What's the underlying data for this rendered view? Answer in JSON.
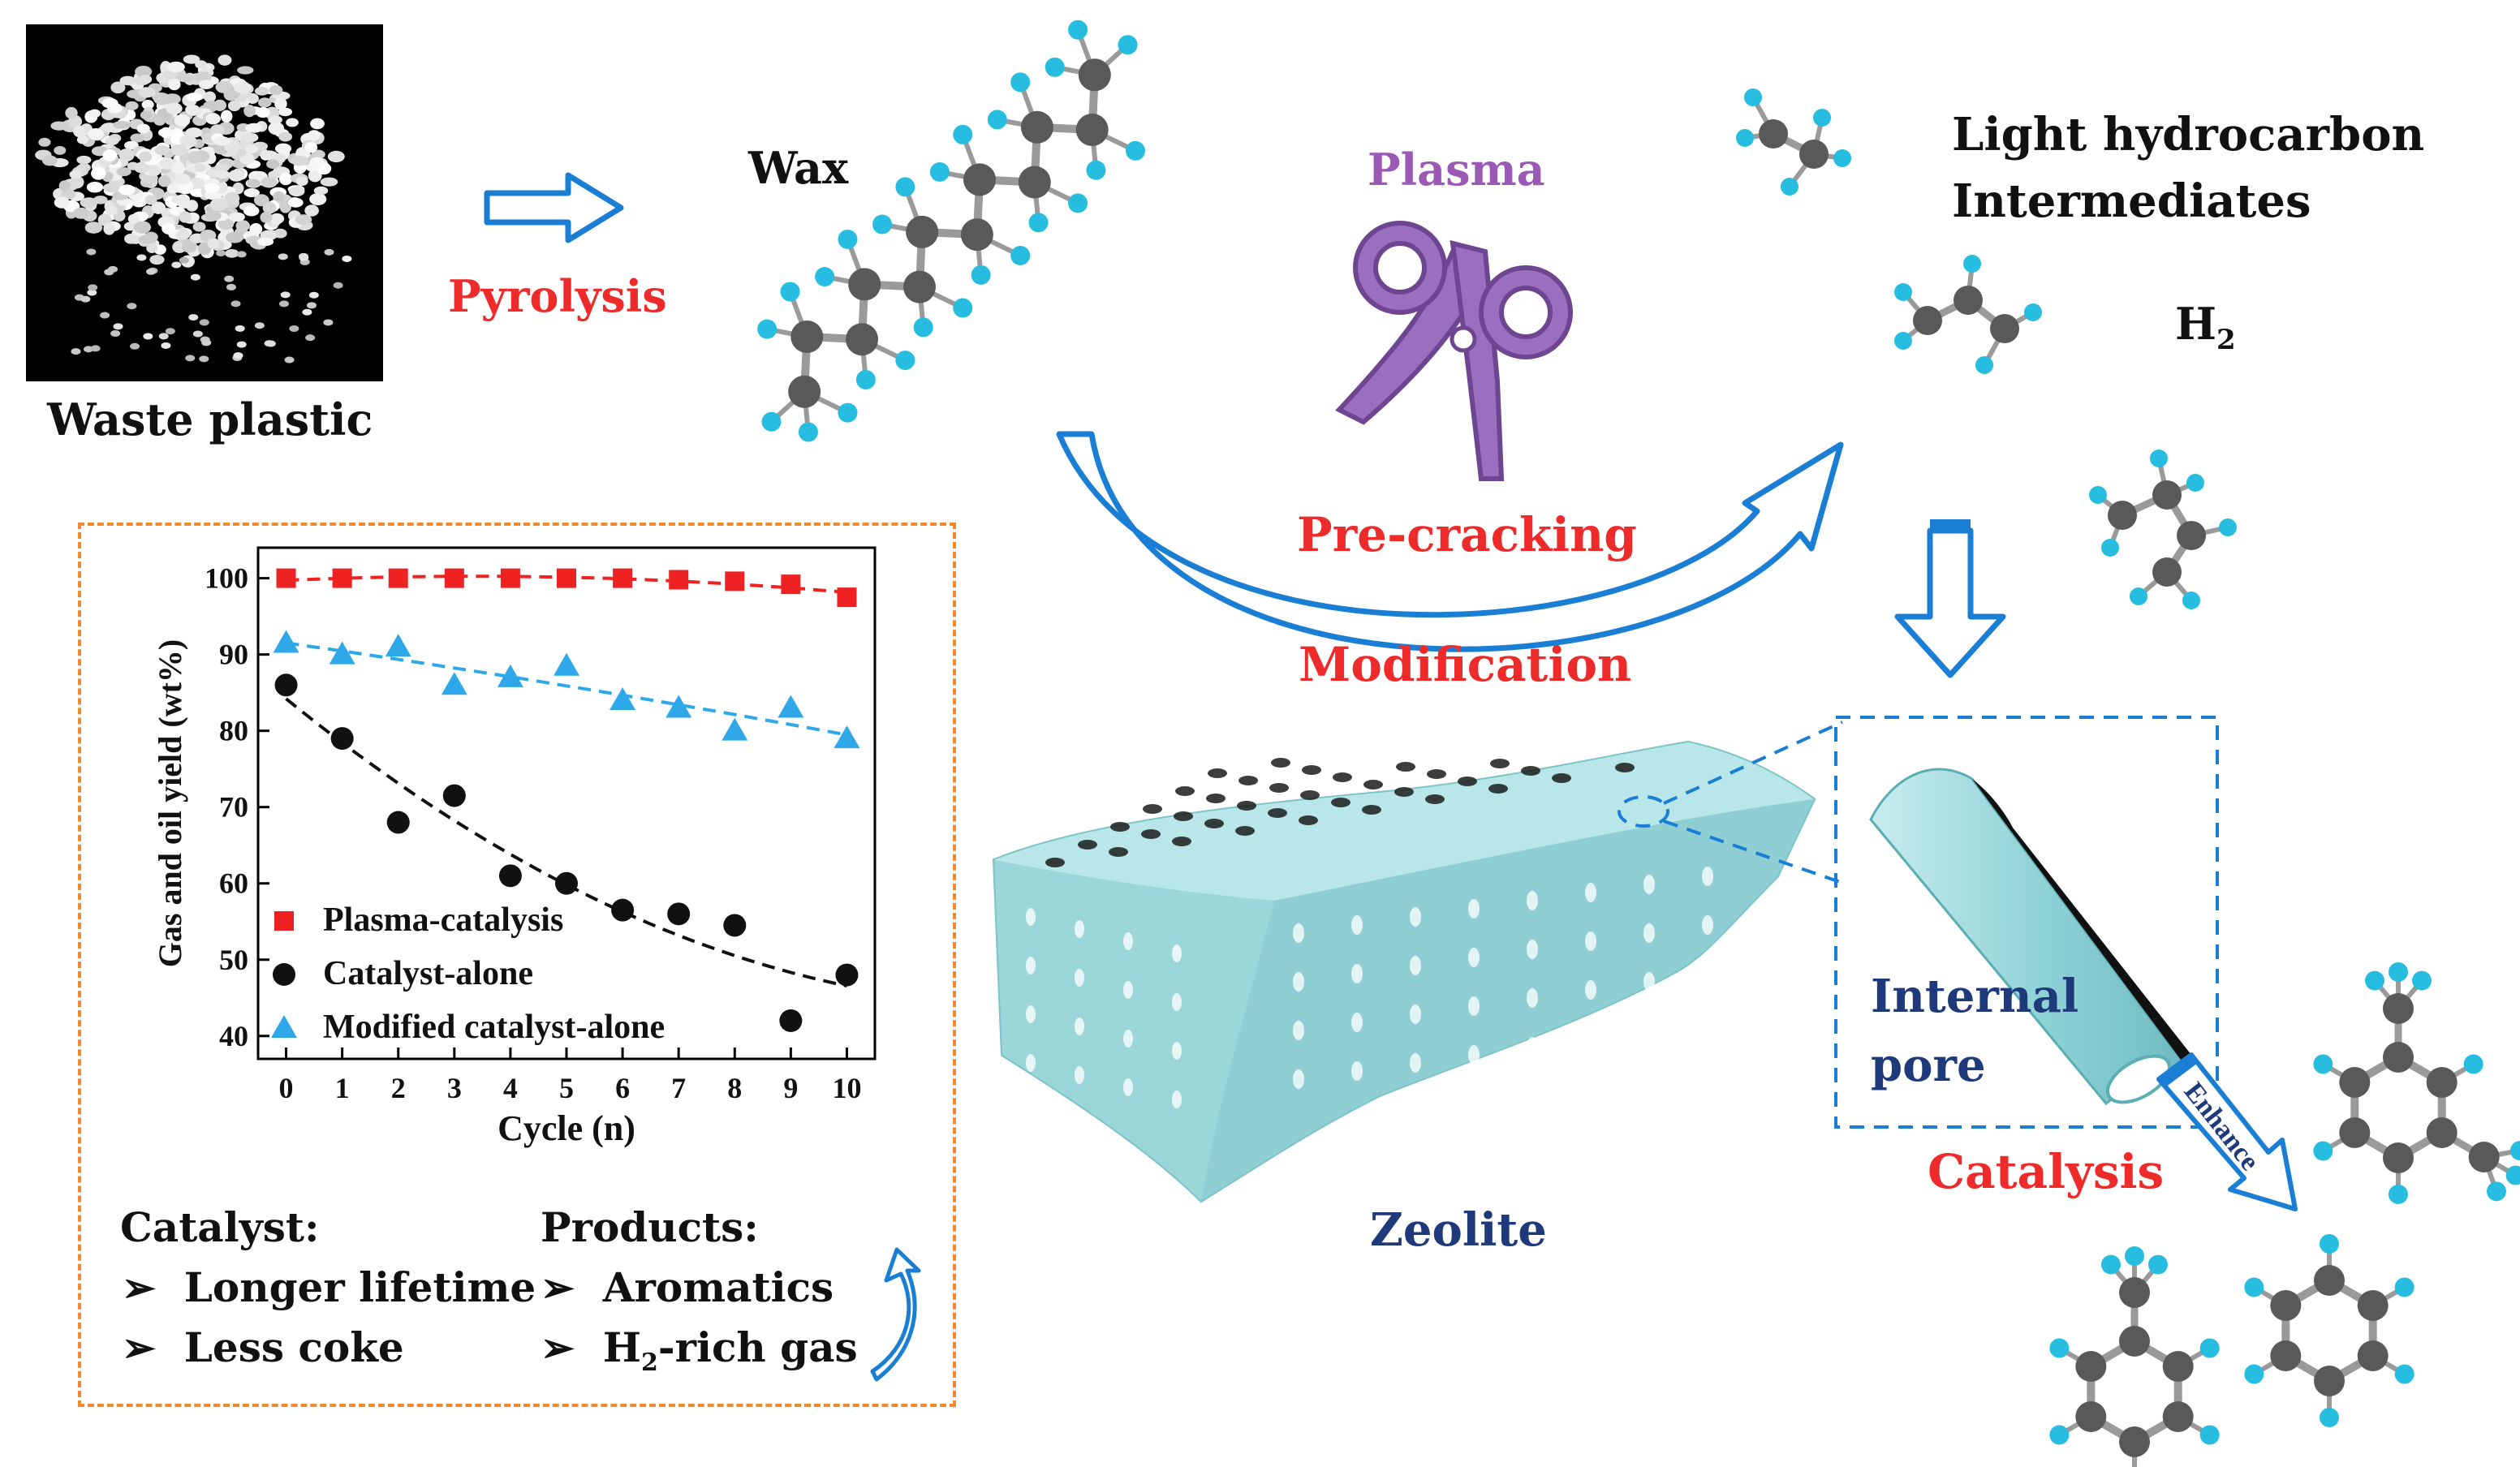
{
  "colors": {
    "red": "#ee2b2b",
    "purple": "#9b59b6",
    "navy": "#1f3a7a",
    "blue_arrow": "#1a7fd4",
    "cyan_atom": "#27bde0",
    "grey_atom": "#595959",
    "zeolite": "#9ed9dc",
    "orange_border": "#f08a2c"
  },
  "labels": {
    "waste_plastic": "Waste plastic",
    "pyrolysis": "Pyrolysis",
    "wax": "Wax",
    "plasma": "Plasma",
    "pre_cracking": "Pre-cracking",
    "modification": "Modification",
    "light_hydrocarbon": "Light hydrocarbon",
    "intermediates": "Intermediates",
    "h2": "H",
    "h2_sub": "2",
    "zeolite": "Zeolite",
    "internal": "Internal",
    "pore": "pore",
    "catalysis": "Catalysis",
    "enhance": "Enhance"
  },
  "inset": {
    "catalyst_heading": "Catalyst:",
    "catalyst_items": [
      "Longer lifetime",
      "Less coke"
    ],
    "products_heading": "Products:",
    "products_item1": "Aromatics",
    "products_item2_main": "H",
    "products_item2_sub": "2",
    "products_item2_rest": "-rich gas",
    "bullet": "➢"
  },
  "chart_data": {
    "type": "scatter",
    "xlabel": "Cycle (n)",
    "ylabel": "Gas and oil yield (wt%)",
    "xlim": [
      -0.5,
      10.5
    ],
    "ylim": [
      37,
      104
    ],
    "xticks": [
      0,
      1,
      2,
      3,
      4,
      5,
      6,
      7,
      8,
      9,
      10
    ],
    "yticks": [
      40,
      50,
      60,
      70,
      80,
      90,
      100
    ],
    "grid": false,
    "legend_position": "bottom-left",
    "x": [
      0,
      1,
      2,
      3,
      4,
      5,
      6,
      7,
      8,
      9,
      10
    ],
    "series": [
      {
        "name": "Plasma-catalysis",
        "marker": "square",
        "color": "#ee2222",
        "values": [
          100,
          100,
          100,
          100,
          100,
          100,
          100,
          99.8,
          99.6,
          99.2,
          97.5
        ]
      },
      {
        "name": "Catalyst-alone",
        "marker": "circle",
        "color": "#111111",
        "values": [
          86,
          79,
          68,
          71.5,
          61,
          60,
          56.5,
          56,
          54.5,
          42,
          48
        ]
      },
      {
        "name": "Modified catalyst-alone",
        "marker": "triangle",
        "color": "#2ea8e8",
        "values": [
          91.5,
          90,
          91,
          86,
          87,
          88.5,
          84,
          83,
          80,
          83,
          79
        ]
      }
    ]
  }
}
